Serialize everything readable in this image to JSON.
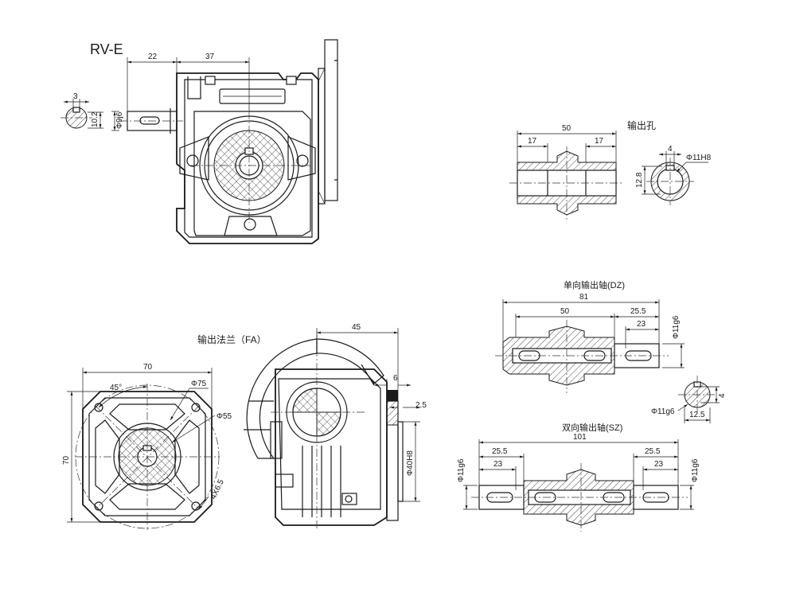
{
  "drawing": {
    "model": "RV-E",
    "colors": {
      "ink": "#1a1a1a",
      "background": "#ffffff"
    },
    "captions": {
      "output_hole": "输出孔",
      "single_output_shaft": "单向输出轴(DZ)",
      "double_output_shaft": "双向输出轴(SZ)",
      "output_flange": "输出法兰（FA）"
    },
    "main_view": {
      "dim_22": "22",
      "dim_37": "37",
      "key_width": "3",
      "key_depth": "10.2",
      "shaft_diameter": "Φ9j6"
    },
    "output_hole": {
      "length_total": "50",
      "length_left": "17",
      "length_right": "17",
      "key_width": "4",
      "key_depth": "12.8",
      "bore": "Φ11H8"
    },
    "single_shaft": {
      "length_total": "81",
      "length_body": "50",
      "shaft_ext": "25.5",
      "key_len": "23",
      "diameter": "Φ11g6",
      "section_key": "4",
      "section_depth": "12.5",
      "section_diameter": "Φ11g6"
    },
    "double_shaft": {
      "length_total": "101",
      "left_ext": "25.5",
      "left_key": "23",
      "right_ext": "25.5",
      "right_key": "23",
      "left_diameter": "Φ11g6",
      "right_diameter": "Φ11g6"
    },
    "flange": {
      "width": "70",
      "height": "70",
      "angle": "45°",
      "pcd": "Φ75",
      "spigot": "Φ55",
      "holes": "4Χ6.5"
    },
    "side_view": {
      "offset": "45",
      "flange_thk": "6",
      "spigot_depth": "2.5",
      "spigot_diameter": "Φ40H8"
    }
  }
}
